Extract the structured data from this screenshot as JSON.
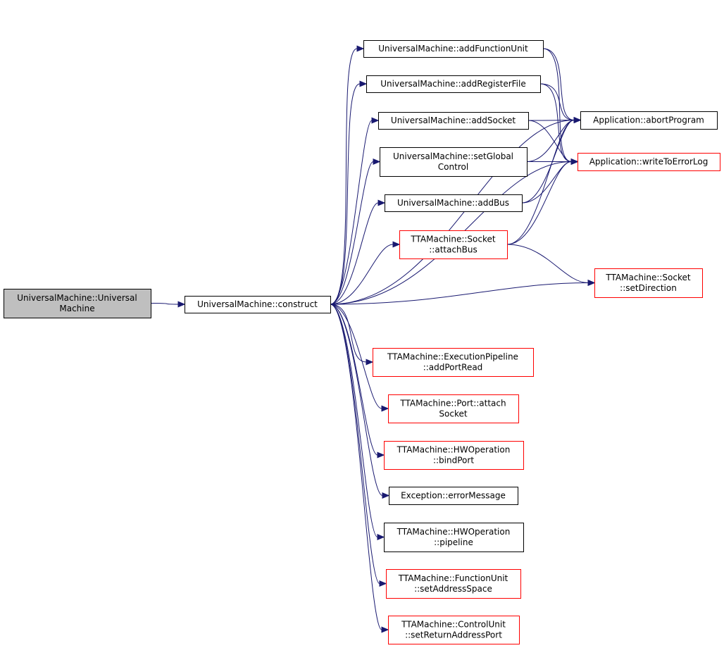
{
  "colors": {
    "edge": "#191970",
    "border_normal": "#000000",
    "border_red": "#ff0000",
    "fill_root": "#bfbfbf",
    "fill_normal": "#ffffff"
  },
  "nodes": [
    {
      "id": "um_ctor",
      "lines": [
        "UniversalMachine::Universal",
        "Machine"
      ],
      "style": "root"
    },
    {
      "id": "construct",
      "lines": [
        "UniversalMachine::construct"
      ],
      "style": "normal"
    },
    {
      "id": "addFU",
      "lines": [
        "UniversalMachine::addFunctionUnit"
      ],
      "style": "normal"
    },
    {
      "id": "addRF",
      "lines": [
        "UniversalMachine::addRegisterFile"
      ],
      "style": "normal"
    },
    {
      "id": "addSocket",
      "lines": [
        "UniversalMachine::addSocket"
      ],
      "style": "normal"
    },
    {
      "id": "setGC",
      "lines": [
        "UniversalMachine::setGlobal",
        "Control"
      ],
      "style": "normal"
    },
    {
      "id": "addBus",
      "lines": [
        "UniversalMachine::addBus"
      ],
      "style": "normal"
    },
    {
      "id": "attachBus",
      "lines": [
        "TTAMachine::Socket",
        "::attachBus"
      ],
      "style": "red"
    },
    {
      "id": "abortProgram",
      "lines": [
        "Application::abortProgram"
      ],
      "style": "normal"
    },
    {
      "id": "writeToErrorLog",
      "lines": [
        "Application::writeToErrorLog"
      ],
      "style": "red"
    },
    {
      "id": "setDirection",
      "lines": [
        "TTAMachine::Socket",
        "::setDirection"
      ],
      "style": "red"
    },
    {
      "id": "addPortRead",
      "lines": [
        "TTAMachine::ExecutionPipeline",
        "::addPortRead"
      ],
      "style": "red"
    },
    {
      "id": "attachSocket",
      "lines": [
        "TTAMachine::Port::attach",
        "Socket"
      ],
      "style": "red"
    },
    {
      "id": "bindPort",
      "lines": [
        "TTAMachine::HWOperation",
        "::bindPort"
      ],
      "style": "red"
    },
    {
      "id": "errorMessage",
      "lines": [
        "Exception::errorMessage"
      ],
      "style": "normal"
    },
    {
      "id": "pipeline",
      "lines": [
        "TTAMachine::HWOperation",
        "::pipeline"
      ],
      "style": "normal"
    },
    {
      "id": "setAddressSpace",
      "lines": [
        "TTAMachine::FunctionUnit",
        "::setAddressSpace"
      ],
      "style": "red"
    },
    {
      "id": "setReturnAddressPort",
      "lines": [
        "TTAMachine::ControlUnit",
        "::setReturnAddressPort"
      ],
      "style": "red"
    }
  ],
  "edges": [
    {
      "from": "um_ctor",
      "to": "construct"
    },
    {
      "from": "construct",
      "to": "addFU"
    },
    {
      "from": "construct",
      "to": "addRF"
    },
    {
      "from": "construct",
      "to": "addSocket"
    },
    {
      "from": "construct",
      "to": "setGC"
    },
    {
      "from": "construct",
      "to": "addBus"
    },
    {
      "from": "construct",
      "to": "attachBus"
    },
    {
      "from": "construct",
      "to": "abortProgram"
    },
    {
      "from": "construct",
      "to": "writeToErrorLog"
    },
    {
      "from": "construct",
      "to": "setDirection"
    },
    {
      "from": "construct",
      "to": "addPortRead"
    },
    {
      "from": "construct",
      "to": "attachSocket"
    },
    {
      "from": "construct",
      "to": "bindPort"
    },
    {
      "from": "construct",
      "to": "errorMessage"
    },
    {
      "from": "construct",
      "to": "pipeline"
    },
    {
      "from": "construct",
      "to": "setAddressSpace"
    },
    {
      "from": "construct",
      "to": "setReturnAddressPort"
    },
    {
      "from": "addFU",
      "to": "abortProgram"
    },
    {
      "from": "addFU",
      "to": "writeToErrorLog"
    },
    {
      "from": "addRF",
      "to": "abortProgram"
    },
    {
      "from": "addRF",
      "to": "writeToErrorLog"
    },
    {
      "from": "addSocket",
      "to": "abortProgram"
    },
    {
      "from": "addSocket",
      "to": "writeToErrorLog"
    },
    {
      "from": "setGC",
      "to": "abortProgram"
    },
    {
      "from": "setGC",
      "to": "writeToErrorLog"
    },
    {
      "from": "addBus",
      "to": "abortProgram"
    },
    {
      "from": "addBus",
      "to": "writeToErrorLog"
    },
    {
      "from": "attachBus",
      "to": "abortProgram"
    },
    {
      "from": "attachBus",
      "to": "writeToErrorLog"
    },
    {
      "from": "attachBus",
      "to": "setDirection"
    }
  ]
}
